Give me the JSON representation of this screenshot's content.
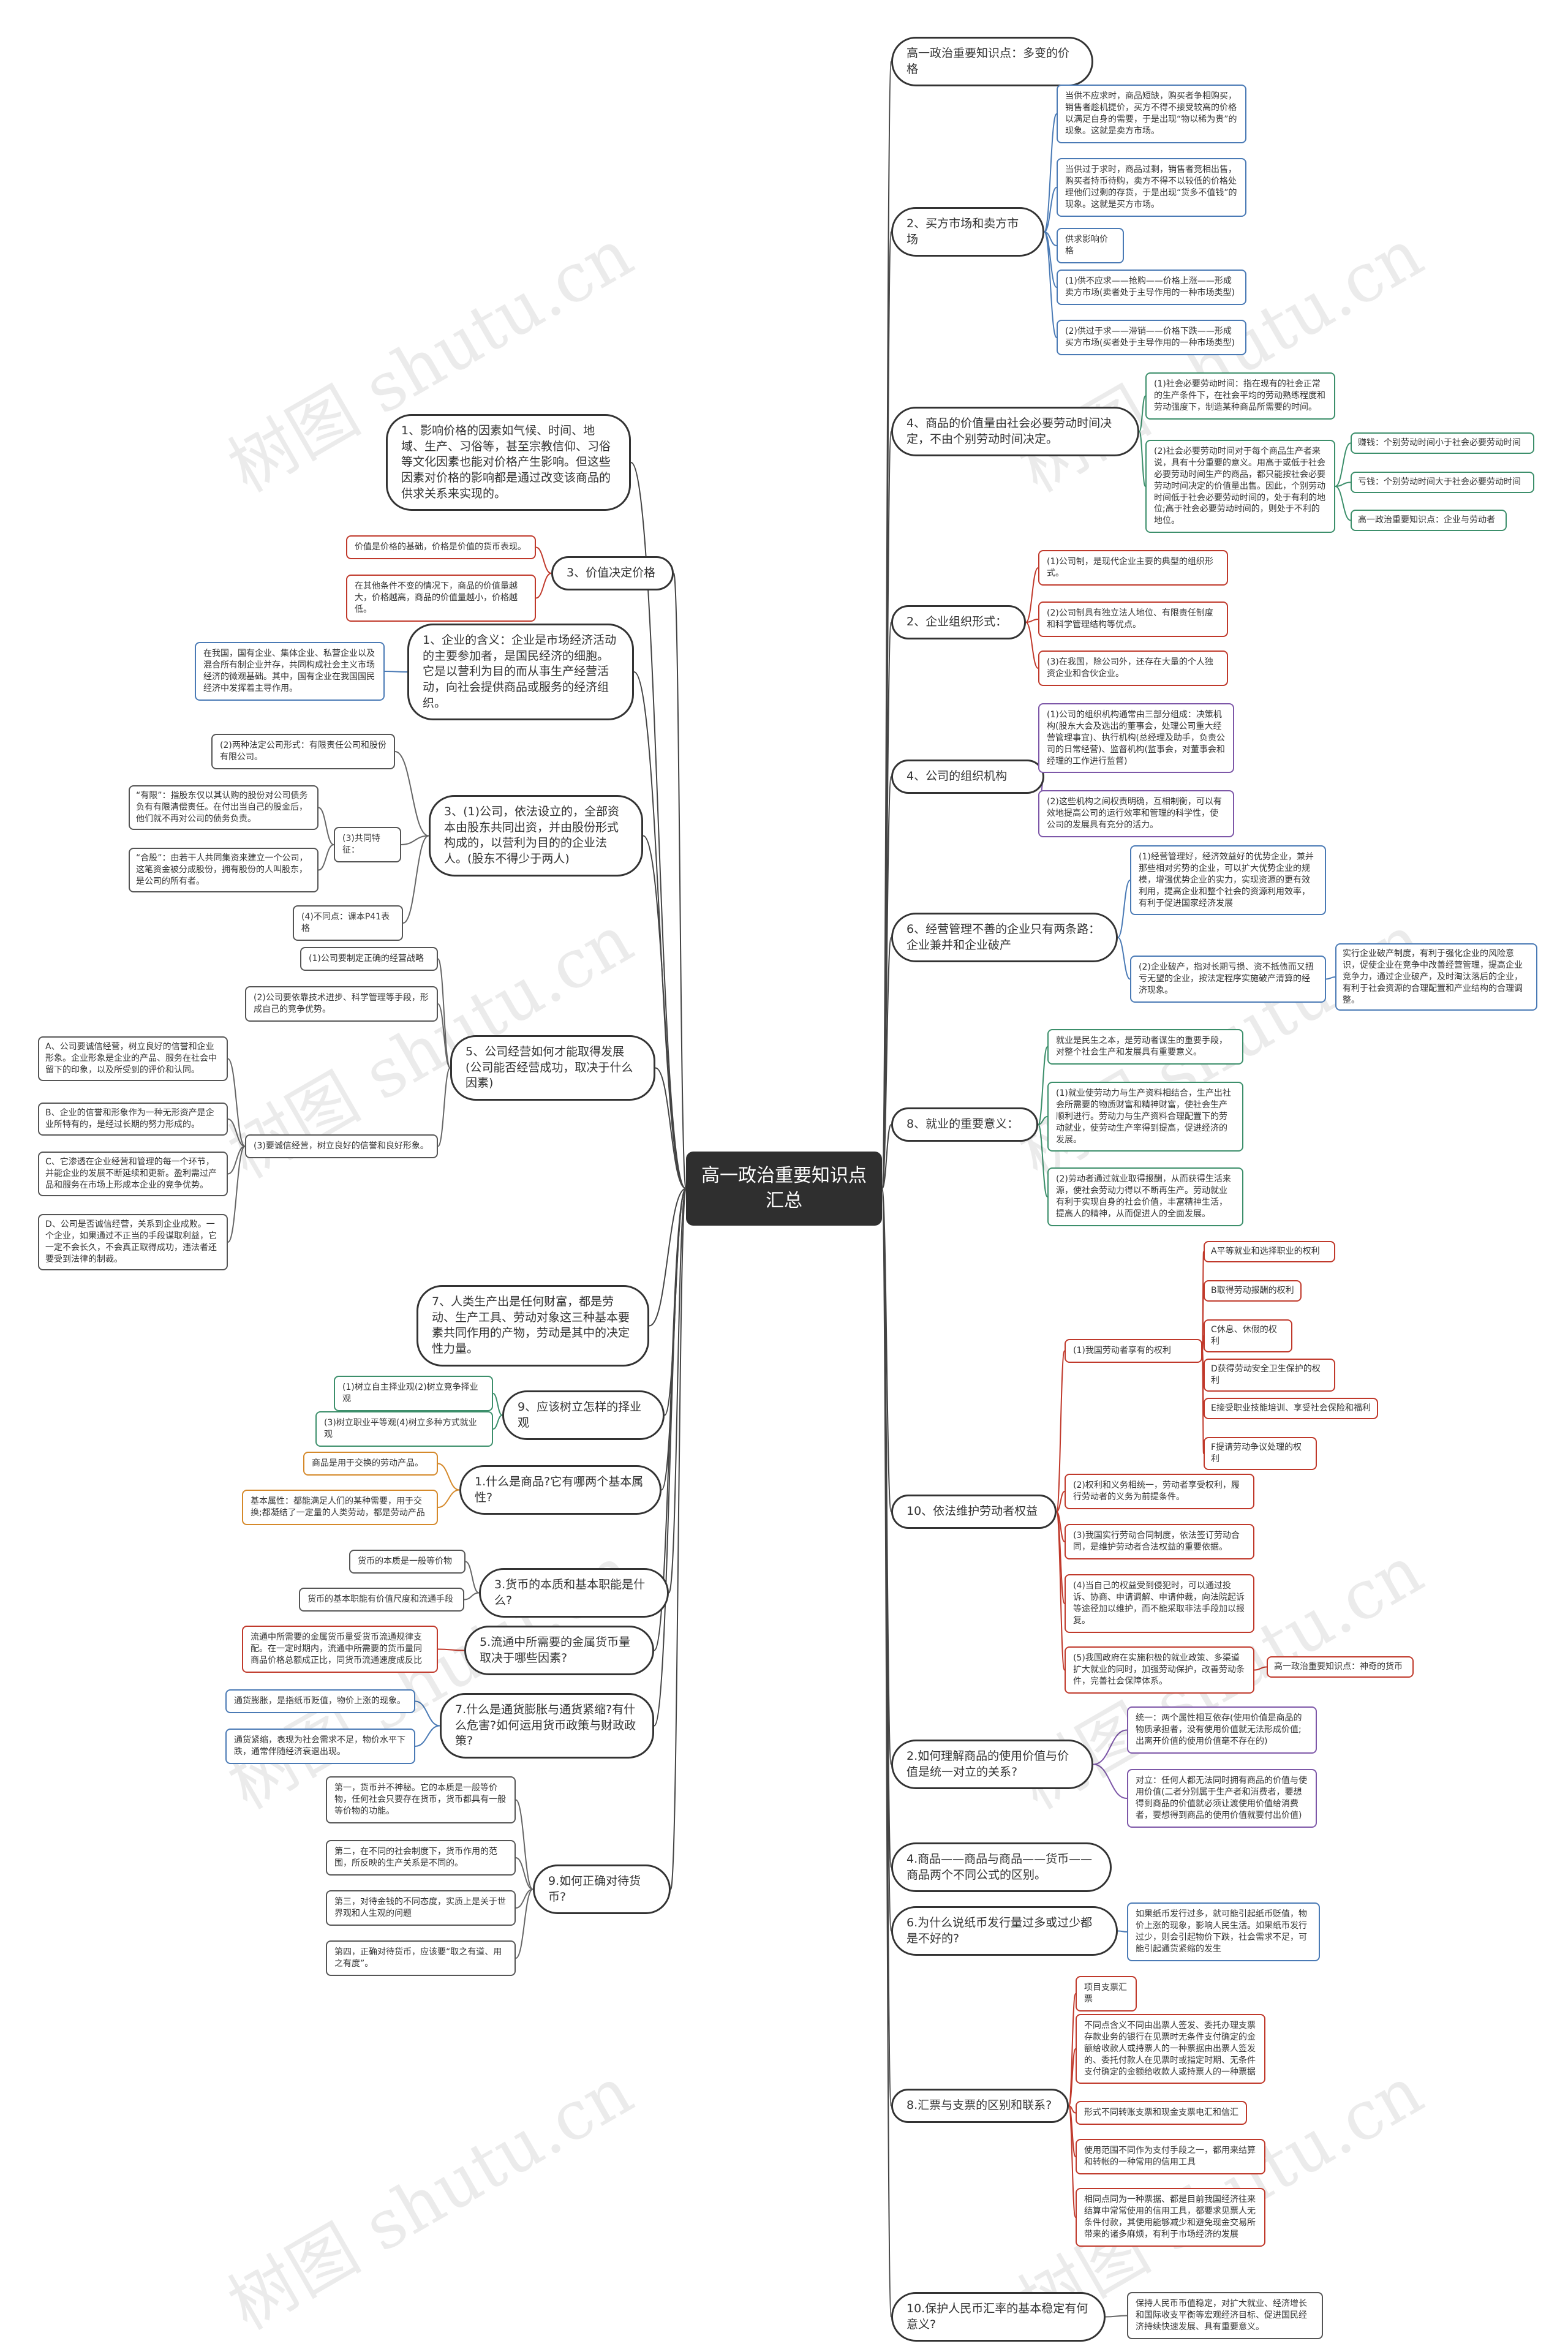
{
  "watermark": "树图 shutu.cn",
  "root": "高一政治重要知识点汇总",
  "right": {
    "n1": "高一政治重要知识点：多变的价格",
    "n2": "2、买方市场和卖方市场",
    "n2_c": [
      "当供不应求时，商品短缺，购买者争相购买，销售者趁机提价，买方不得不接受较高的价格以满足自身的需要，于是出现“物以稀为贵”的现象。这就是卖方市场。",
      "当供过于求时，商品过剩，销售者竞相出售，购买者持币待购，卖方不得不以较低的价格处理他们过剩的存货，于是出现“货多不值钱”的现象。这就是买方市场。",
      "供求影响价格",
      "(1)供不应求——抢购——价格上涨——形成卖方市场(卖者处于主导作用的一种市场类型)",
      "(2)供过于求——滞销——价格下跌——形成买方市场(买者处于主导作用的一种市场类型)"
    ],
    "n3": "4、商品的价值量由社会必要劳动时间决定，不由个别劳动时间决定。",
    "n3_c": [
      "(1)社会必要劳动时间：指在现有的社会正常的生产条件下，在社会平均的劳动熟练程度和劳动强度下，制造某种商品所需要的时间。",
      "(2)社会必要劳动时间对于每个商品生产者来说，具有十分重要的意义。用高于或低于社会必要劳动时间生产的商品，都只能按社会必要劳动时间决定的价值量出售。因此，个别劳动时间低于社会必要劳动时间的，处于有利的地位;高于社会必要劳动时间的，则处于不利的地位。"
    ],
    "n3_cc": [
      "赚钱：个别劳动时间小于社会必要劳动时间",
      "亏钱：个别劳动时间大于社会必要劳动时间",
      "高一政治重要知识点：企业与劳动者"
    ],
    "n4": "2、企业组织形式：",
    "n4_c": [
      "(1)公司制，是现代企业主要的典型的组织形式。",
      "(2)公司制具有独立法人地位、有限责任制度和科学管理结构等优点。",
      "(3)在我国，除公司外，还存在大量的个人独资企业和合伙企业。"
    ],
    "n5": "4、公司的组织机构",
    "n5_c": [
      "(1)公司的组织机构通常由三部分组成：决策机构(股东大会及选出的董事会，处理公司重大经营管理事宜)、执行机构(总经理及助手，负责公司的日常经营)、监督机构(监事会，对董事会和经理的工作进行监督)",
      "(2)这些机构之间权责明确，互相制衡，可以有效地提高公司的运行效率和管理的科学性，使公司的发展具有充分的活力。"
    ],
    "n6": "6、经营管理不善的企业只有两条路：企业兼并和企业破产",
    "n6_c": [
      "(1)经营管理好，经济效益好的优势企业，兼并那些相对劣势的企业，可以扩大优势企业的规模，增强优势企业的实力，实现资源的更有效利用，提高企业和整个社会的资源利用效率，有利于促进国家经济发展",
      "(2)企业破产，指对长期亏损、资不抵债而又扭亏无望的企业，按法定程序实施破产清算的经济现象。"
    ],
    "n6_cc": "实行企业破产制度，有利于强化企业的风险意识，促使企业在竞争中改善经营管理，提高企业竞争力，通过企业破产，及时淘汰落后的企业，有利于社会资源的合理配置和产业结构的合理调整。",
    "n7": "8、就业的重要意义：",
    "n7_c": [
      "就业是民生之本，是劳动者谋生的重要手段，对整个社会生产和发展具有重要意义。",
      "(1)就业使劳动力与生产资料相结合，生产出社会所需要的物质财富和精神财富，使社会生产顺利进行。劳动力与生产资料合理配置下的劳动就业，使劳动生产率得到提高，促进经济的发展。",
      "(2)劳动者通过就业取得报酬，从而获得生活来源，使社会劳动力得以不断再生产。劳动就业有利于实现自身的社会价值，丰富精神生活，提高人的精神，从而促进人的全面发展。"
    ],
    "n8": "10、依法维护劳动者权益",
    "n8_c": [
      "(1)我国劳动者享有的权利",
      "(2)权利和义务相统一，劳动者享受权利，履行劳动者的义务为前提条件。",
      "(3)我国实行劳动合同制度，依法签订劳动合同，是维护劳动者合法权益的重要依据。",
      "(4)当自己的权益受到侵犯时，可以通过投诉、协商、申请调解、申请仲裁，向法院起诉等途径加以维护，而不能采取非法手段加以报复。",
      "(5)我国政府在实施积极的就业政策、多渠道扩大就业的同时，加强劳动保护，改善劳动条件，完善社会保障体系。"
    ],
    "n8_rights": [
      "A平等就业和选择职业的权利",
      "B取得劳动报酬的权利",
      "C休息、休假的权利",
      "D获得劳动安全卫生保护的权利",
      "E接受职业技能培训、享受社会保险和福利",
      "F提请劳动争议处理的权利"
    ],
    "n8_cc": "高一政治重要知识点：神奇的货币",
    "n9": "2.如何理解商品的使用价值与价值是统一对立的关系?",
    "n9_c": [
      "统一：两个属性相互依存(使用价值是商品的物质承担者，没有使用价值就无法形成价值;出离开价值的使用价值毫不存在的)",
      "对立：任何人都无法同时拥有商品的价值与使用价值(二者分别属于生产者和消费者，要想得到商品的价值就必须让渡使用价值给消费者，要想得到商品的使用价值就要付出价值)"
    ],
    "n10": "4.商品——商品与商品——货币——商品两个不同公式的区别。",
    "n11": "6.为什么说纸币发行量过多或过少都是不好的?",
    "n11_c": "如果纸币发行过多，就可能引起纸币贬值，物价上涨的现象，影响人民生活。如果纸币发行过少，则会引起物价下跌，社会需求不足，可能引起通货紧缩的发生",
    "n12": "8.汇票与支票的区别和联系?",
    "n12_c": [
      "项目支票汇票",
      "不同点含义不同由出票人签发、委托办理支票存款业务的银行在见票时无条件支付确定的金额给收款人或持票人的一种票据由出票人签发的、委托付款人在见票时或指定时期、无条件支付确定的金额给收款人或持票人的一种票据",
      "形式不同转账支票和现金支票电汇和信汇",
      "使用范围不同作为支付手段之一，都用来结算和转帐的一种常用的信用工具",
      "相同点同为一种票据、都是目前我国经济往来结算中常常使用的信用工具，都要求见票人无条件付款，其使用能够减少和避免现金交易所带来的诸多麻烦，有利于市场经济的发展"
    ],
    "n13": "10.保护人民币汇率的基本稳定有何意义?",
    "n13_c": "保持人民币币值稳定，对扩大就业、经济增长和国际收支平衡等宏观经济目标、促进国民经济持续快速发展、具有重要意义。"
  },
  "left": {
    "m1": "1、影响价格的因素如气候、时间、地域、生产、习俗等，甚至宗教信仰、习俗等文化因素也能对价格产生影响。但这些因素对价格的影响都是通过改变该商品的供求关系来实现的。",
    "m2": "3、价值决定价格",
    "m2_c": [
      "价值是价格的基础，价格是价值的货币表现。",
      "在其他条件不变的情况下，商品的价值量越大，价格越高，商品的价值量越小，价格越低。"
    ],
    "m3": "1、企业的含义：企业是市场经济活动的主要参加者，是国民经济的细胞。它是以营利为目的而从事生产经营活动，向社会提供商品或服务的经济组织。",
    "m3_c": "在我国，国有企业、集体企业、私营企业以及混合所有制企业并存，共同构成社会主义市场经济的微观基础。其中，国有企业在我国国民经济中发挥着主导作用。",
    "m4": "3、(1)公司，依法设立的，全部资本由股东共同出资，并由股份形式构成的，以营利为目的的企业法人。(股东不得少于两人)",
    "m4_c": [
      "(2)两种法定公司形式：有限责任公司和股份有限公司。",
      "(3)共同特征：",
      "(4)不同点：课本P41表格"
    ],
    "m4_cc": [
      "“有限”：指股东仅以其认购的股份对公司债务负有有限清偿责任。在付出当自己的股金后，他们就不再对公司的债务负责。",
      "“合股”：由若干人共同集资来建立一个公司，这笔资金被分成股份，拥有股份的人叫股东，是公司的所有者。"
    ],
    "m5": "5、公司经营如何才能取得发展(公司能否经营成功，取决于什么因素)",
    "m5_c": [
      "(1)公司要制定正确的经营战略",
      "(2)公司要依靠技术进步、科学管理等手段，形成自己的竞争优势。",
      "(3)要诚信经营，树立良好的信誉和良好形象。"
    ],
    "m5_cc": [
      "A、公司要诚信经营，树立良好的信誉和企业形象。企业形象是企业的产品、服务在社会中留下的印象，以及所受到的评价和认同。",
      "B、企业的信誉和形象作为一种无形资产是企业所特有的，是经过长期的努力形成的。",
      "C、它渗透在企业经营和管理的每一个环节，并能企业的发展不断延续和更新。盈利需过产品和服务在市场上形成本企业的竞争优势。",
      "D、公司是否诚信经营，关系到企业成败。一个企业，如果通过不正当的手段谋取利益，它一定不会长久，不会真正取得成功，违法者还要受到法律的制裁。"
    ],
    "m6": "7、人类生产出是任何财富，都是劳动、生产工具、劳动对象这三种基本要素共同作用的产物，劳动是其中的决定性力量。",
    "m7": "9、应该树立怎样的择业观",
    "m7_c": [
      "(1)树立自主择业观(2)树立竞争择业观",
      "(3)树立职业平等观(4)树立多种方式就业观"
    ],
    "m8": "1.什么是商品?它有哪两个基本属性?",
    "m8_c": [
      "商品是用于交换的劳动产品。",
      "基本属性：都能满足人们的某种需要，用于交换;都凝结了一定量的人类劳动，都是劳动产品"
    ],
    "m9": "3.货币的本质和基本职能是什么?",
    "m9_c": [
      "货币的本质是一般等价物",
      "货币的基本职能有价值尺度和流通手段"
    ],
    "m10": "5.流通中所需要的金属货币量取决于哪些因素?",
    "m10_c": "流通中所需要的金属货币量受货币流通规律支配。在一定时期内，流通中所需要的货币量同商品价格总额成正比，同货币流通速度成反比",
    "m11": "7.什么是通货膨胀与通货紧缩?有什么危害?如何运用货币政策与财政政策?",
    "m11_c": [
      "通货膨胀，是指纸币贬值，物价上涨的现象。",
      "通货紧缩，表现为社会需求不足，物价水平下跌，通常伴随经济衰退出现。"
    ],
    "m12": "9.如何正确对待货币?",
    "m12_c": [
      "第一，货币并不神秘。它的本质是一般等价物，任何社会只要存在货币，货币都具有一般等价物的功能。",
      "第二，在不同的社会制度下，货币作用的范围，所反映的生产关系是不同的。",
      "第三，对待金钱的不同态度，实质上是关于世界观和人生观的问题",
      "第四，正确对待货币，应该要“取之有道、用之有度”。"
    ]
  }
}
